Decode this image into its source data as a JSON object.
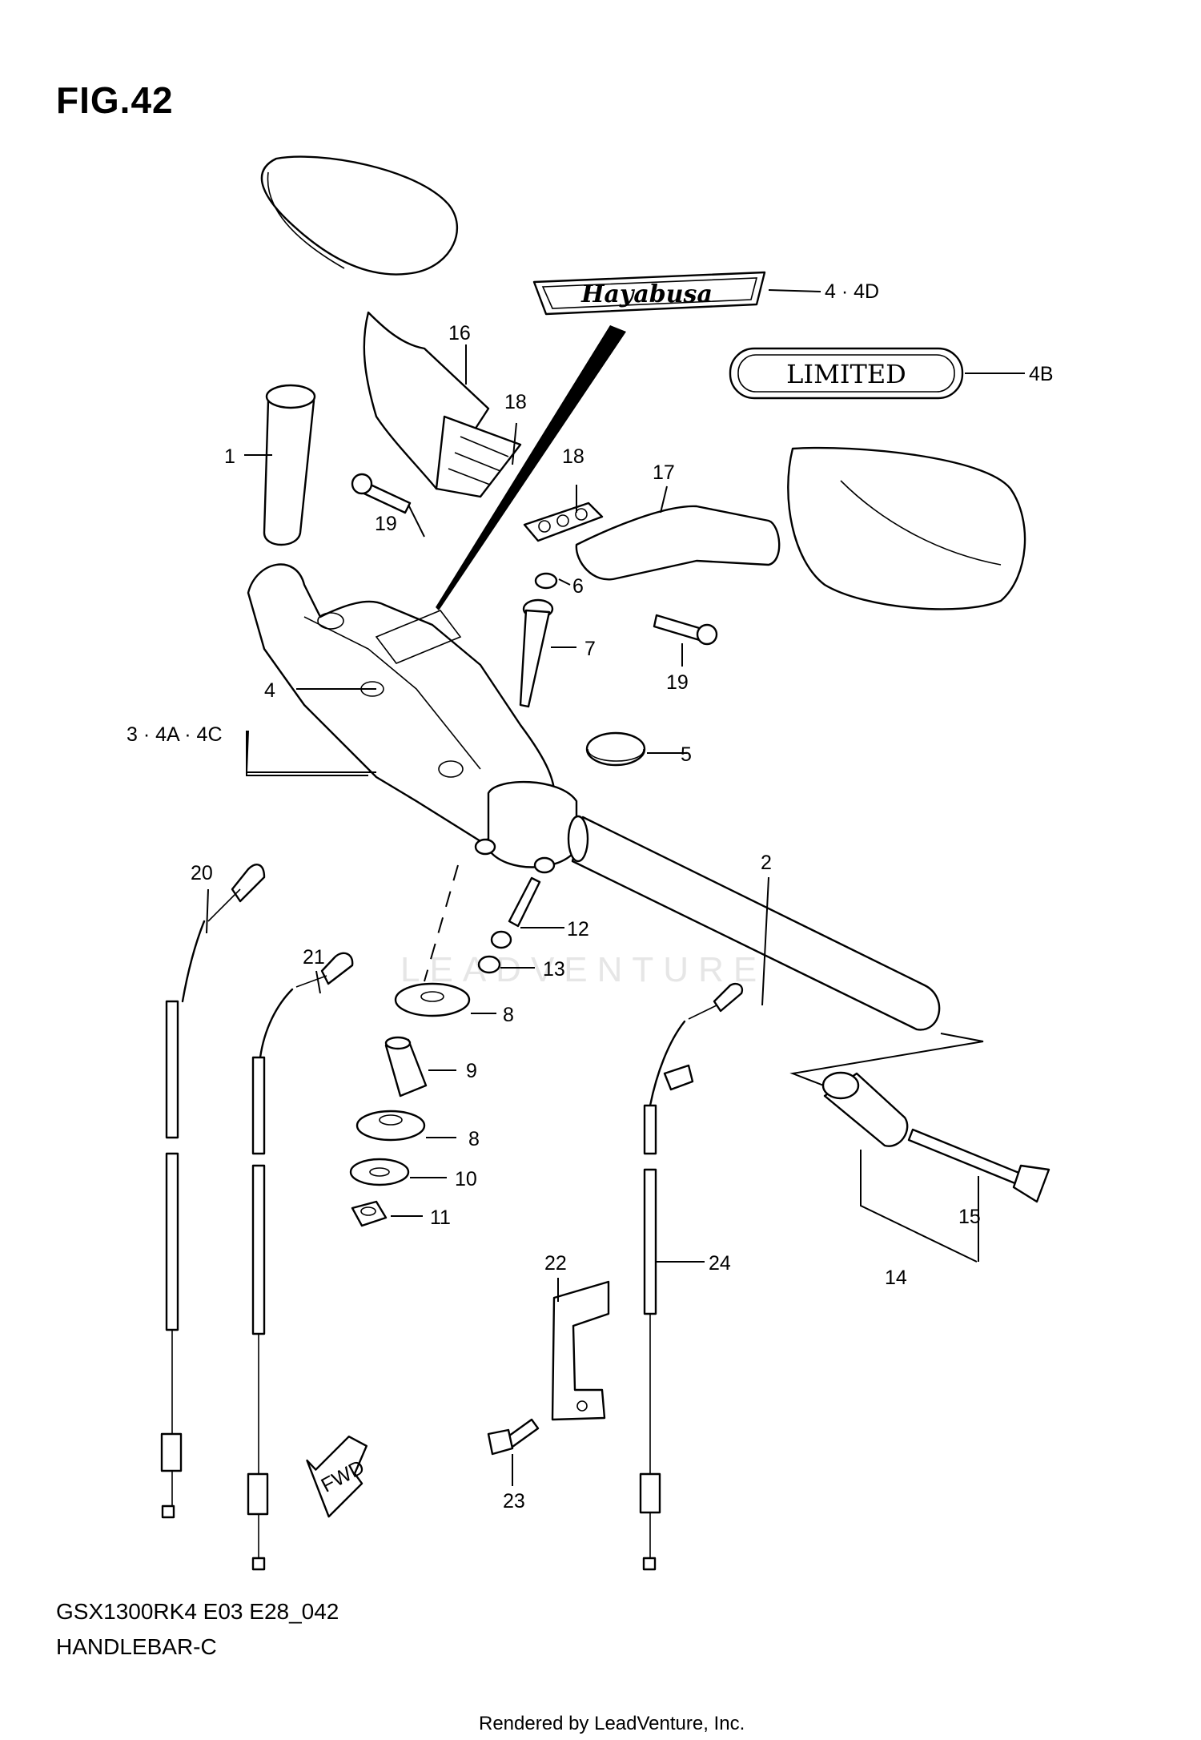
{
  "figure": {
    "title": "FIG.42",
    "model_code": "GSX1300RK4 E03 E28_042",
    "section_name": "HANDLEBAR-C",
    "credit": "Rendered by LeadVenture, Inc.",
    "watermark": "LEADVENTURE"
  },
  "decals": {
    "brand_text": "Hayabusa",
    "limited_text": "LIMITED",
    "fwd_text": "FWD"
  },
  "callouts": {
    "c1": "1",
    "c2": "2",
    "c3": "3 · 4A · 4C",
    "c4": "4",
    "c4d": "4 · 4D",
    "c4b": "4B",
    "c5": "5",
    "c6": "6",
    "c7": "7",
    "c8a": "8",
    "c8b": "8",
    "c9": "9",
    "c10": "10",
    "c11": "11",
    "c12": "12",
    "c13": "13",
    "c14": "14",
    "c15": "15",
    "c16": "16",
    "c17": "17",
    "c18a": "18",
    "c18b": "18",
    "c19a": "19",
    "c19b": "19",
    "c20": "20",
    "c21": "21",
    "c22": "22",
    "c23": "23",
    "c24": "24"
  }
}
